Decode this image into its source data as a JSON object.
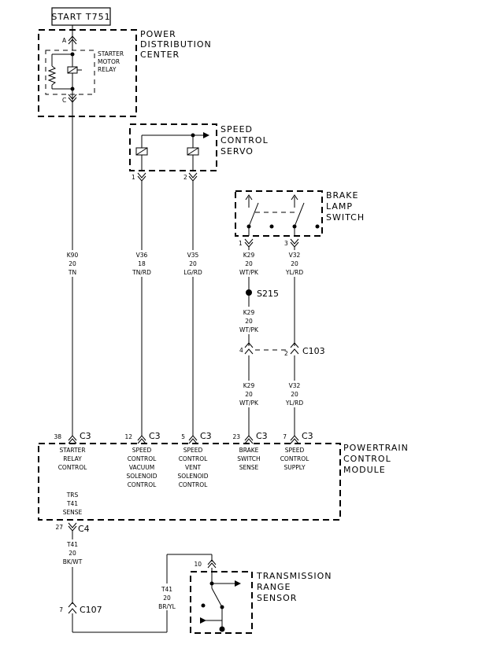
{
  "start_ref": "START T751",
  "power_distribution_center": {
    "title_lines": [
      "POWER",
      "DISTRIBUTION",
      "CENTER"
    ],
    "pin_a": "A",
    "pin_c": "C",
    "relay_lines": [
      "STARTER",
      "MOTOR",
      "RELAY"
    ]
  },
  "speed_control_servo": {
    "title_lines": [
      "SPEED",
      "CONTROL",
      "SERVO"
    ],
    "pin_1": "1",
    "pin_2": "2"
  },
  "brake_lamp_switch": {
    "title_lines": [
      "BRAKE",
      "LAMP",
      "SWITCH"
    ],
    "pin_1": "1",
    "pin_3": "3"
  },
  "wires": {
    "k90": [
      "K90",
      "20",
      "TN"
    ],
    "v36": [
      "V36",
      "18",
      "TN/RD"
    ],
    "v35": [
      "V35",
      "20",
      "LG/RD"
    ],
    "k29_top": [
      "K29",
      "20",
      "WT/PK"
    ],
    "v32_top": [
      "V32",
      "20",
      "YL/RD"
    ],
    "k29_mid": [
      "K29",
      "20",
      "WT/PK"
    ],
    "k29_bot": [
      "K29",
      "20",
      "WT/PK"
    ],
    "v32_bot": [
      "V32",
      "20",
      "YL/RD"
    ],
    "t41_left": [
      "T41",
      "20",
      "BK/WT"
    ],
    "t41_right": [
      "T41",
      "20",
      "BR/YL"
    ]
  },
  "splice": "S215",
  "c103": {
    "name": "C103",
    "pin_k29": "4",
    "pin_v32": "2"
  },
  "pcm": {
    "title_lines": [
      "POWERTRAIN",
      "CONTROL",
      "MODULE"
    ],
    "connector": "C3",
    "pins": [
      {
        "num": "38",
        "lines": [
          "STARTER",
          "RELAY",
          "CONTROL"
        ]
      },
      {
        "num": "12",
        "lines": [
          "SPEED",
          "CONTROL",
          "VACUUM",
          "SOLENOID",
          "CONTROL"
        ]
      },
      {
        "num": "5",
        "lines": [
          "SPEED",
          "CONTROL",
          "VENT",
          "SOLENOID",
          "CONTROL"
        ]
      },
      {
        "num": "23",
        "lines": [
          "BRAKE",
          "SWITCH",
          "SENSE"
        ]
      },
      {
        "num": "7",
        "lines": [
          "SPEED",
          "CONTROL",
          "SUPPLY"
        ]
      }
    ],
    "trs_lines": [
      "TRS",
      "T41",
      "SENSE"
    ],
    "c4_pin": "27",
    "c4": "C4"
  },
  "c107": {
    "name": "C107",
    "pin": "7"
  },
  "transmission_range_sensor": {
    "title_lines": [
      "TRANSMISSION",
      "RANGE",
      "SENSOR"
    ],
    "pin": "10"
  }
}
